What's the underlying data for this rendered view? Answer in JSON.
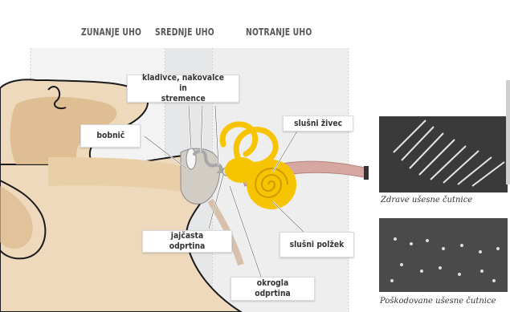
{
  "zones": {
    "outer": "ZUNANJE UHO",
    "middle": "SREDNJE UHO",
    "inner": "NOTRANJE UHO"
  },
  "labels": {
    "bones": [
      "kladivce, nakovalce in",
      "stremence"
    ],
    "eardrum": "bobnič",
    "nerve": "slušni živec",
    "oval_window": "jajčasta odprtina",
    "round_window": "okrogla odprtina",
    "cochlea": "slušni polžek"
  },
  "photos": {
    "healthy_caption": "Zdrave ušesne čutnice",
    "damaged_caption": "Poškodovane ušesne čutnice"
  },
  "colors": {
    "skin": "#eed9bc",
    "skin_dark": "#d9b48a",
    "cochlea": "#f6c400",
    "nerve": "#d6a7a0",
    "zone_band": "#ebecec"
  }
}
